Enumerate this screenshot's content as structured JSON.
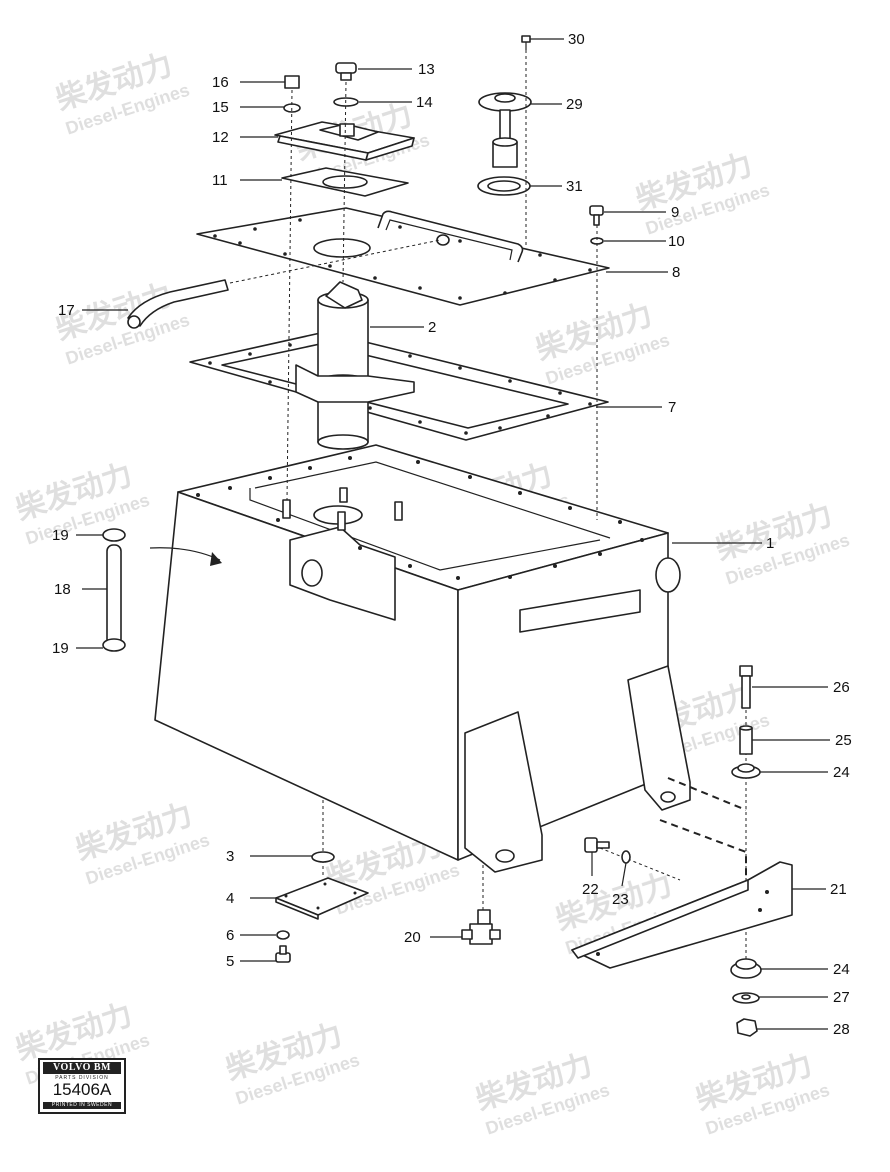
{
  "figure": {
    "labels": [
      "1",
      "2",
      "3",
      "4",
      "5",
      "6",
      "7",
      "8",
      "9",
      "10",
      "11",
      "12",
      "13",
      "14",
      "15",
      "16",
      "17",
      "18",
      "19",
      "19",
      "20",
      "21",
      "22",
      "23",
      "24",
      "24",
      "25",
      "26",
      "27",
      "28",
      "29",
      "30",
      "31"
    ],
    "watermark_cn": "柴发动力",
    "watermark_en": "Diesel-Engines"
  },
  "logo": {
    "brand": "VOLVO BM",
    "division": "PARTS DIVISION",
    "drawing_number": "15406A",
    "printed": "PRINTED IN SWEDEN"
  }
}
